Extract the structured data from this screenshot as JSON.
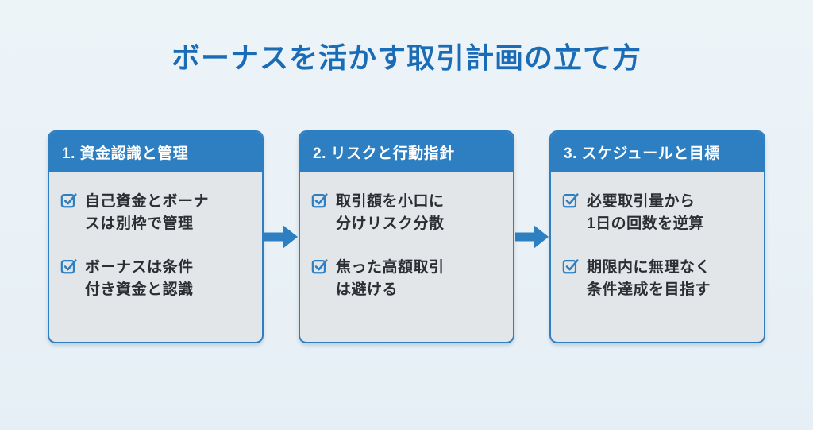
{
  "title": "ボーナスを活かす取引計画の立て方",
  "colors": {
    "accent": "#2e7fc1",
    "title_text": "#1a6cb7",
    "card_body_bg": "#e3e6e9",
    "page_bg": "#e9f1f6",
    "item_text": "#2b2f33",
    "header_text": "#ffffff"
  },
  "icons": {
    "item_icon": "checked-checkbox-icon",
    "connector_icon": "arrow-right-icon"
  },
  "cards": [
    {
      "title": "1. 資金認識と管理",
      "items": [
        {
          "text": "自己資金とボーナ\nスは別枠で管理"
        },
        {
          "text": "ボーナスは条件\n付き資金と認識"
        }
      ]
    },
    {
      "title": "2. リスクと行動指針",
      "items": [
        {
          "text": "取引額を小口に\n分けリスク分散"
        },
        {
          "text": "焦った高額取引\nは避ける"
        }
      ]
    },
    {
      "title": "3. スケジュールと目標",
      "items": [
        {
          "text": "必要取引量から\n1日の回数を逆算"
        },
        {
          "text": "期限内に無理なく\n条件達成を目指す"
        }
      ]
    }
  ]
}
